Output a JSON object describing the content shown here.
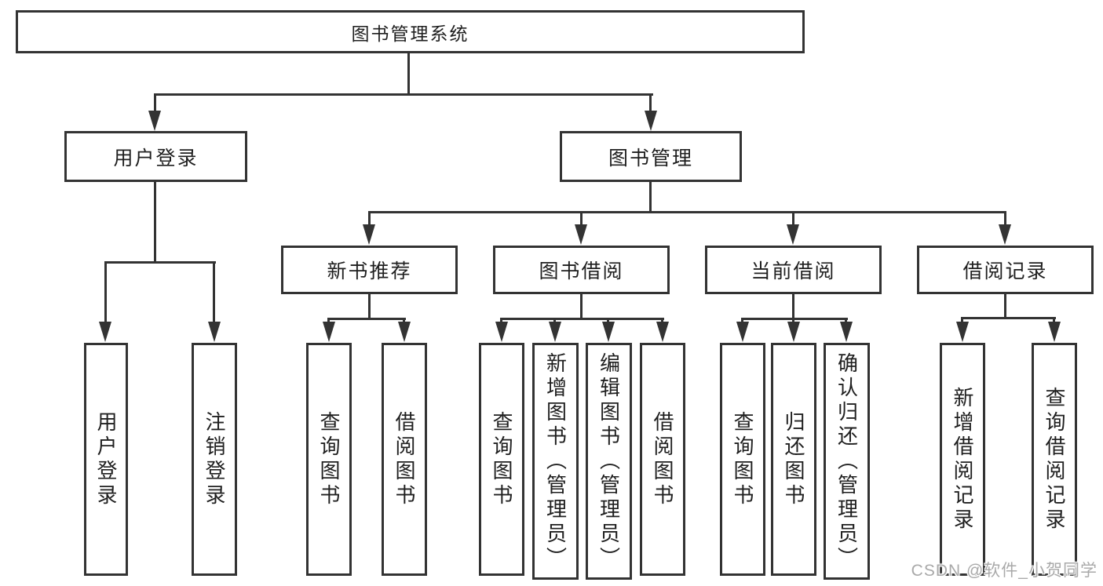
{
  "diagram": {
    "root": {
      "label": "图书管理系统"
    },
    "level2": [
      {
        "label": "用户登录"
      },
      {
        "label": "图书管理"
      }
    ],
    "level3": [
      {
        "label": "新书推荐"
      },
      {
        "label": "图书借阅"
      },
      {
        "label": "当前借阅"
      },
      {
        "label": "借阅记录"
      }
    ],
    "leaves_user_login": [
      {
        "label": "用户登录"
      },
      {
        "label": "注销登录"
      }
    ],
    "leaves_new_book": [
      {
        "label": "查询图书"
      },
      {
        "label": "借阅图书"
      }
    ],
    "leaves_book_borrow": [
      {
        "label": "查询图书"
      },
      {
        "label": "新增图书（管理员）"
      },
      {
        "label": "编辑图书（管理员）"
      },
      {
        "label": "借阅图书"
      }
    ],
    "leaves_current_borrow": [
      {
        "label": "查询图书"
      },
      {
        "label": "归还图书"
      },
      {
        "label": "确认归还（管理员）"
      }
    ],
    "leaves_borrow_records": [
      {
        "label": "新增借阅记录"
      },
      {
        "label": "查询借阅记录"
      }
    ]
  },
  "watermark": {
    "text": "CSDN @软件_小贺同学"
  },
  "colors": {
    "line": "#333333",
    "text": "#1f1f1f",
    "watermark": "#a9a9a9",
    "background": "#ffffff"
  }
}
